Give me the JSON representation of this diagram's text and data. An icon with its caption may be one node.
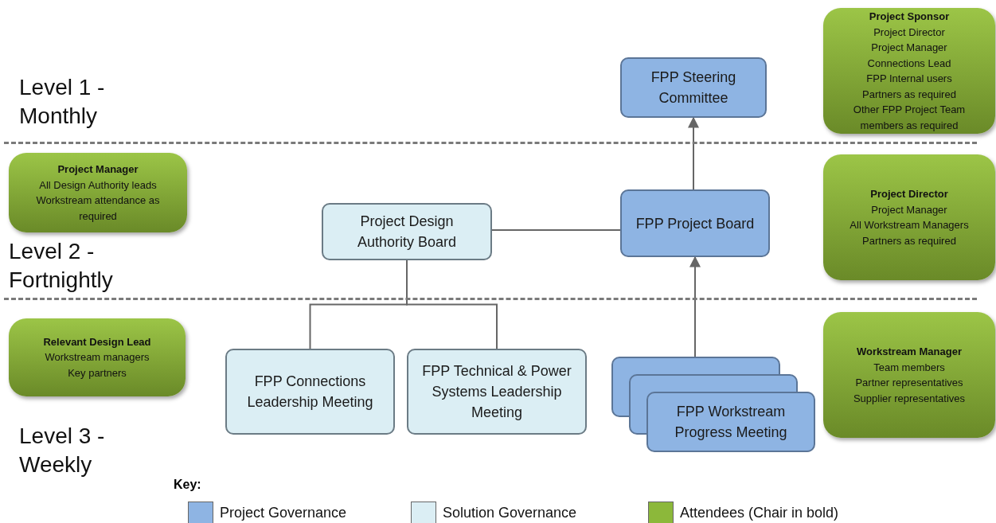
{
  "diagram": {
    "nodes": [
      {
        "text": [
          "Project Sponsor",
          "Project Director",
          "Project Manager",
          "Connections Lead",
          "FPP Internal users",
          "Partners as required",
          "Other FPP Project Team members as required"
        ]
      },
      {
        "text": [
          "FPP Steering Committee"
        ]
      },
      {
        "text": [
          "Project Manager",
          "All Design Authority leads",
          "Workstream attendance as required"
        ]
      },
      {
        "text": [
          "Project Design Authority Board"
        ]
      },
      {
        "text": [
          "FPP Project Board"
        ]
      },
      {
        "text": [
          "Project Director",
          "Project Manager",
          "All Workstream Managers",
          "Partners as required"
        ]
      },
      {
        "text": [
          "Relevant Design Lead",
          "Workstream managers",
          "Key partners"
        ]
      },
      {
        "text": [
          "FPP Connections Leadership Meeting"
        ]
      },
      {
        "text": [
          "FPP Technical & Power Systems Leadership Meeting"
        ]
      },
      {
        "text": [
          "FPP Workstream Progress Meeting"
        ]
      },
      {
        "text": [
          "Workstream Manager",
          "Team members",
          "Partner representatives",
          "Supplier representatives"
        ]
      }
    ],
    "edges": [
      {
        "from": 4,
        "to": 1,
        "arrow": "to"
      },
      {
        "from": 3,
        "to": 4,
        "arrow": "none"
      },
      {
        "from": 3,
        "to": 7,
        "arrow": "none"
      },
      {
        "from": 3,
        "to": 8,
        "arrow": "none"
      },
      {
        "from": 9,
        "to": 4,
        "arrow": "to"
      }
    ],
    "labels": [
      "Level 1 - Monthly",
      "Level 2 - Fortnightly",
      "Level 3 - Weekly",
      "Key:"
    ],
    "legend": [
      {
        "text": "Project Governance",
        "color": "#8eb4e3"
      },
      {
        "text": "Solution Governance",
        "color": "#dbeef4"
      },
      {
        "text": "Attendees (Chair in bold)",
        "color": "#8cb83a"
      }
    ]
  }
}
